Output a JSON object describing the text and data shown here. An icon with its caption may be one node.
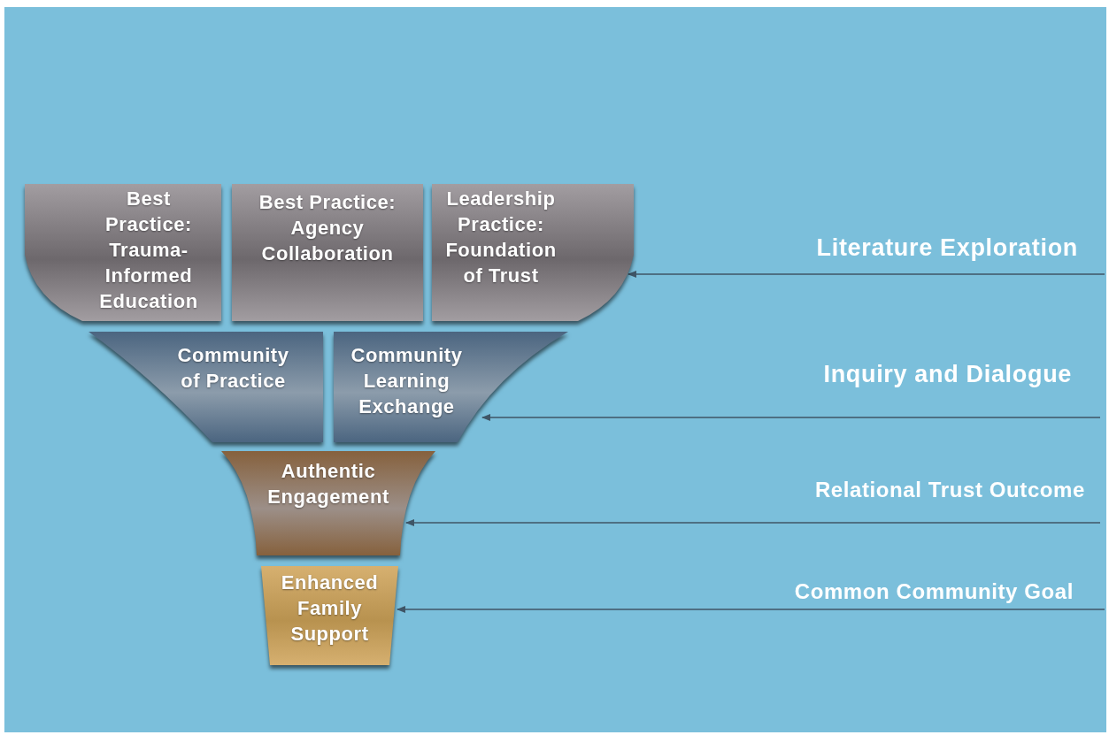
{
  "diagram": {
    "nodes": [
      {
        "text": [
          "Best Practice: Trauma-Informed Education"
        ]
      },
      {
        "text": [
          "Best Practice: Agency Collaboration"
        ]
      },
      {
        "text": [
          "Leadership Practice: Foundation of Trust"
        ]
      },
      {
        "text": [
          "Community of Practice"
        ]
      },
      {
        "text": [
          "Community Learning Exchange"
        ]
      },
      {
        "text": [
          "Authentic Engagement"
        ]
      },
      {
        "text": [
          "Enhanced Family Support"
        ]
      }
    ],
    "edges": [
      {
        "from": null,
        "to": 2,
        "arrow": "to"
      },
      {
        "from": null,
        "to": 4,
        "arrow": "to"
      },
      {
        "from": null,
        "to": 5,
        "arrow": "to"
      },
      {
        "from": null,
        "to": 6,
        "arrow": "to"
      }
    ],
    "labels": [
      "Literature Exploration",
      "Inquiry and Dialogue",
      "Relational Trust Outcome",
      "Common Community Goal"
    ]
  }
}
